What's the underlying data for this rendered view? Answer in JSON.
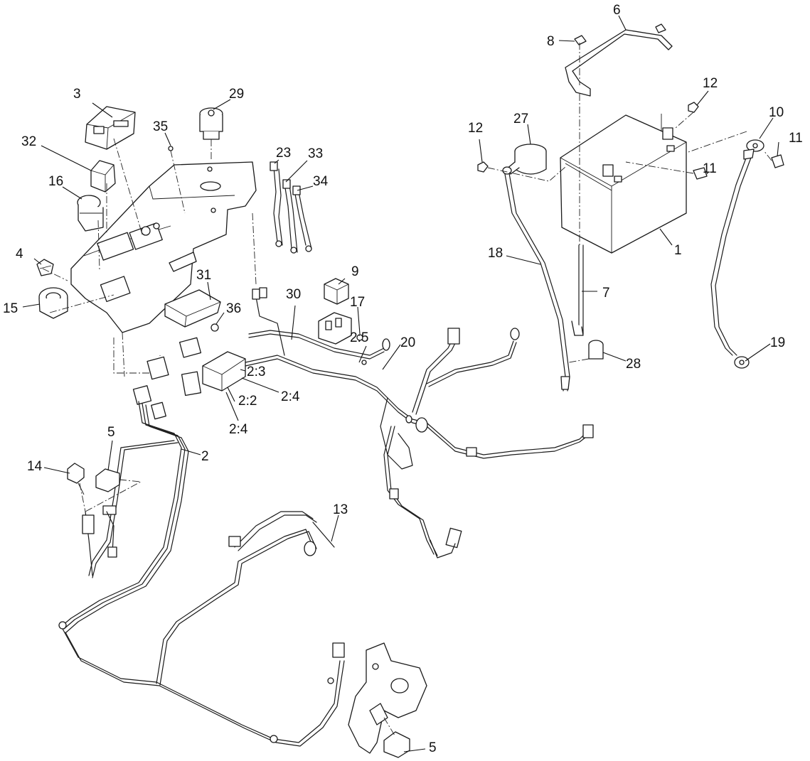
{
  "callouts": [
    {
      "id": "c1",
      "text": "1"
    },
    {
      "id": "c2",
      "text": "2"
    },
    {
      "id": "c2_2",
      "text": "2:2"
    },
    {
      "id": "c2_3",
      "text": "2:3"
    },
    {
      "id": "c2_4a",
      "text": "2:4"
    },
    {
      "id": "c2_4b",
      "text": "2:4"
    },
    {
      "id": "c2_5",
      "text": "2:5"
    },
    {
      "id": "c3",
      "text": "3"
    },
    {
      "id": "c4",
      "text": "4"
    },
    {
      "id": "c5a",
      "text": "5"
    },
    {
      "id": "c5b",
      "text": "5"
    },
    {
      "id": "c6",
      "text": "6"
    },
    {
      "id": "c7",
      "text": "7"
    },
    {
      "id": "c8",
      "text": "8"
    },
    {
      "id": "c9",
      "text": "9"
    },
    {
      "id": "c10",
      "text": "10"
    },
    {
      "id": "c11a",
      "text": "11"
    },
    {
      "id": "c11b",
      "text": "11"
    },
    {
      "id": "c12a",
      "text": "12"
    },
    {
      "id": "c12b",
      "text": "12"
    },
    {
      "id": "c13",
      "text": "13"
    },
    {
      "id": "c14",
      "text": "14"
    },
    {
      "id": "c15",
      "text": "15"
    },
    {
      "id": "c16",
      "text": "16"
    },
    {
      "id": "c17",
      "text": "17"
    },
    {
      "id": "c18",
      "text": "18"
    },
    {
      "id": "c19",
      "text": "19"
    },
    {
      "id": "c20",
      "text": "20"
    },
    {
      "id": "c23",
      "text": "23"
    },
    {
      "id": "c27",
      "text": "27"
    },
    {
      "id": "c28",
      "text": "28"
    },
    {
      "id": "c29",
      "text": "29"
    },
    {
      "id": "c30",
      "text": "30"
    },
    {
      "id": "c31",
      "text": "31"
    },
    {
      "id": "c32",
      "text": "32"
    },
    {
      "id": "c33",
      "text": "33"
    },
    {
      "id": "c34",
      "text": "34"
    },
    {
      "id": "c35",
      "text": "35"
    },
    {
      "id": "c36",
      "text": "36"
    }
  ],
  "line_color": "#1a1a1a",
  "background_color": "#ffffff"
}
